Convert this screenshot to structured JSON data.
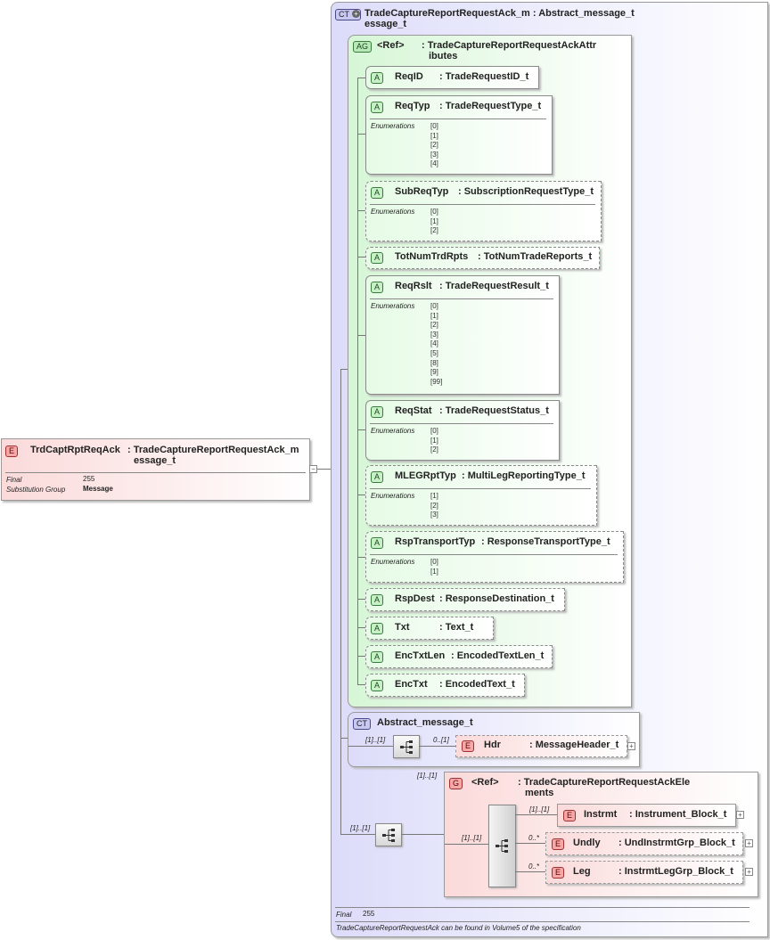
{
  "root_element": {
    "badge": "E",
    "name": "TrdCaptRptReqAck",
    "type_line1": ": TradeCaptureReportRequestAck_m",
    "type_line2": "essage_t",
    "props": [
      {
        "label": "Final",
        "value": "255"
      },
      {
        "label": "Substitution Group",
        "value": "Message"
      }
    ]
  },
  "complex_type": {
    "badge": "CT",
    "title_line1": "TradeCaptureReportRequestAck_m : Abstract_message_t",
    "title_line2": "essage_t",
    "footer_final_label": "Final",
    "footer_final_value": "255",
    "footer_note": "TradeCaptureReportRequestAck can be found in Volume5 of the specification"
  },
  "attribute_group": {
    "badge": "AG",
    "ref": "<Ref>",
    "type_line1": ": TradeCaptureReportRequestAckAttr",
    "type_line2": "ibutes"
  },
  "enum_label": "Enumerations",
  "attributes": [
    {
      "badge": "A",
      "name": "ReqID",
      "type": ": TradeRequestID_t",
      "enums": []
    },
    {
      "badge": "A",
      "name": "ReqTyp",
      "type": ": TradeRequestType_t",
      "enums": [
        "[0]",
        "[1]",
        "[2]",
        "[3]",
        "[4]"
      ]
    },
    {
      "badge": "A",
      "name": "SubReqTyp",
      "type": ": SubscriptionRequestType_t",
      "enums": [
        "[0]",
        "[1]",
        "[2]"
      ]
    },
    {
      "badge": "A",
      "name": "TotNumTrdRpts",
      "type": ": TotNumTradeReports_t",
      "enums": []
    },
    {
      "badge": "A",
      "name": "ReqRslt",
      "type": ": TradeRequestResult_t",
      "enums": [
        "[0]",
        "[1]",
        "[2]",
        "[3]",
        "[4]",
        "[5]",
        "[8]",
        "[9]",
        "[99]"
      ]
    },
    {
      "badge": "A",
      "name": "ReqStat",
      "type": ": TradeRequestStatus_t",
      "enums": [
        "[0]",
        "[1]",
        "[2]"
      ]
    },
    {
      "badge": "A",
      "name": "MLEGRptTyp",
      "type": ": MultiLegReportingType_t",
      "enums": [
        "[1]",
        "[2]",
        "[3]"
      ]
    },
    {
      "badge": "A",
      "name": "RspTransportTyp",
      "type": ": ResponseTransportType_t",
      "enums": [
        "[0]",
        "[1]"
      ]
    },
    {
      "badge": "A",
      "name": "RspDest",
      "type": ": ResponseDestination_t",
      "enums": []
    },
    {
      "badge": "A",
      "name": "Txt",
      "type": ": Text_t",
      "enums": []
    },
    {
      "badge": "A",
      "name": "EncTxtLen",
      "type": ": EncodedTextLen_t",
      "enums": []
    },
    {
      "badge": "A",
      "name": "EncTxt",
      "type": ": EncodedText_t",
      "enums": []
    }
  ],
  "abstract_message": {
    "badge": "CT",
    "title": "Abstract_message_t",
    "seq_occurrence": "[1]..[1]",
    "child_occurrence": "0..[1]",
    "child": {
      "badge": "E",
      "name": "Hdr",
      "type": ": MessageHeader_t"
    }
  },
  "group": {
    "badge": "G",
    "ref": "<Ref>",
    "type_line1": ": TradeCaptureReportRequestAckEle",
    "type_line2": "ments",
    "occurrence": "[1]..[1]",
    "outer_seq_occurrence": "[1]..[1]",
    "inner_seq_occurrence": "[1]..[1]",
    "children": [
      {
        "occurrence": "[1]..[1]",
        "badge": "E",
        "name": "Instrmt",
        "type": ": Instrument_Block_t",
        "optional": false
      },
      {
        "occurrence": "0..*",
        "badge": "E",
        "name": "Undly",
        "type": ": UndInstrmtGrp_Block_t",
        "optional": true
      },
      {
        "occurrence": "0..*",
        "badge": "E",
        "name": "Leg",
        "type": ": InstrmtLegGrp_Block_t",
        "optional": true
      }
    ]
  }
}
